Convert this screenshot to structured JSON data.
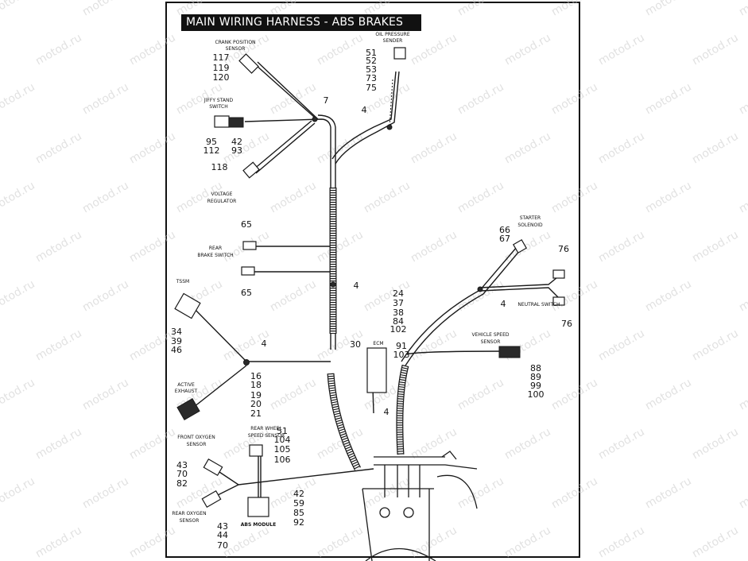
{
  "title": "MAIN WIRING  HARNESS - ABS BRAKES",
  "watermark": "motod.ru",
  "components": [
    {
      "id": "crank_position_sensor",
      "label": [
        "CRANK POSITION",
        "SENSOR"
      ],
      "refs": [
        "117",
        "119",
        "120"
      ]
    },
    {
      "id": "oil_pressure_sender",
      "label": [
        "OIL PRESSURE",
        "SENDER"
      ],
      "refs": [
        "51",
        "52",
        "53",
        "73",
        "75"
      ]
    },
    {
      "id": "jiffy_stand_switch",
      "label": [
        "JIFFY STAND",
        "SWITCH"
      ],
      "refs": [
        "95",
        "112",
        "42",
        "93"
      ]
    },
    {
      "id": "voltage_regulator",
      "label": [
        "VOLTAGE",
        "REGULATOR"
      ],
      "refs": [
        "118"
      ]
    },
    {
      "id": "rear_brake_switch",
      "label": [
        "REAR",
        "BRAKE SWITCH"
      ],
      "refs": [
        "65",
        "65"
      ]
    },
    {
      "id": "tssm",
      "label": [
        "TSSM"
      ],
      "refs": [
        "34",
        "39",
        "46"
      ]
    },
    {
      "id": "active_exhaust",
      "label": [
        "ACTIVE",
        "EXHAUST"
      ],
      "refs": [
        "16",
        "18",
        "19",
        "20",
        "21"
      ]
    },
    {
      "id": "ecm",
      "label": [
        "ECM"
      ],
      "refs": [
        "30",
        "24",
        "37",
        "38",
        "84",
        "102",
        "91",
        "103"
      ]
    },
    {
      "id": "starter_solenoid",
      "label": [
        "STARTER",
        "SOLENOID"
      ],
      "refs": [
        "66",
        "67"
      ]
    },
    {
      "id": "neutral_switch",
      "label": [
        "NEUTRAL SWITCH"
      ],
      "refs": [
        "76",
        "76"
      ]
    },
    {
      "id": "vehicle_speed_sensor",
      "label": [
        "VEHICLE SPEED",
        "SENSOR"
      ],
      "refs": [
        "88",
        "89",
        "99",
        "100"
      ]
    },
    {
      "id": "front_oxygen_sensor",
      "label": [
        "FRONT OXYGEN",
        "SENSOR"
      ],
      "refs": [
        "43",
        "70",
        "82"
      ]
    },
    {
      "id": "rear_wheel_speed_sensor",
      "label": [
        "REAR WHEEL",
        "SPEED SENSOR"
      ],
      "refs": [
        "51",
        "104",
        "105",
        "106"
      ]
    },
    {
      "id": "rear_oxygen_sensor",
      "label": [
        "REAR OXYGEN",
        "SENSOR"
      ],
      "refs": [
        "43",
        "44",
        "70"
      ]
    },
    {
      "id": "abs_module",
      "label": [
        "ABS MODULE"
      ],
      "refs": [
        "42",
        "59",
        "85",
        "92"
      ]
    }
  ],
  "clip_refs": [
    "7",
    "4",
    "4",
    "4",
    "4",
    "4"
  ]
}
